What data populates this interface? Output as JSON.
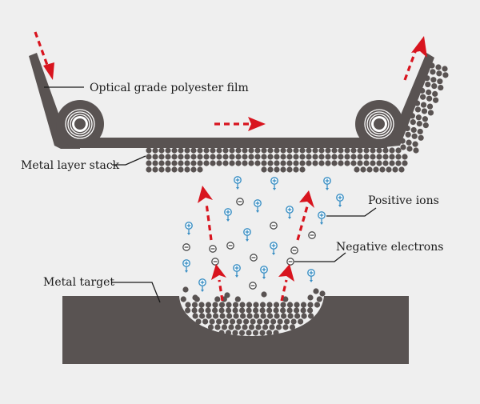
{
  "title": "Sputtering metal deposition onto polyester film",
  "labels": {
    "film": "Optical grade polyester film",
    "metal_stack": "Metal layer stack",
    "positive_ions": "Positive ions",
    "negative_electrons": "Negative electrons",
    "metal_target": "Metal target"
  },
  "particles": {
    "positive_ion_symbol": "+",
    "negative_electron_symbol": "−",
    "positive_ion_count": 16,
    "negative_electron_count": 11
  },
  "colors": {
    "background": "#efefef",
    "material": "#595352",
    "arrow": "#d8141e",
    "positive_ion": "#3a8fc4",
    "electron": "#4a4a4a",
    "text": "#1a1a1a"
  },
  "flow_arrows": [
    {
      "name": "film-in-arrow",
      "direction": "down"
    },
    {
      "name": "film-travel-arrow",
      "direction": "right"
    },
    {
      "name": "film-out-arrow",
      "direction": "up"
    },
    {
      "name": "sputter-arrow-1",
      "direction": "up"
    },
    {
      "name": "sputter-arrow-2",
      "direction": "up"
    },
    {
      "name": "sputter-arrow-3",
      "direction": "up"
    },
    {
      "name": "sputter-arrow-4",
      "direction": "up"
    }
  ]
}
